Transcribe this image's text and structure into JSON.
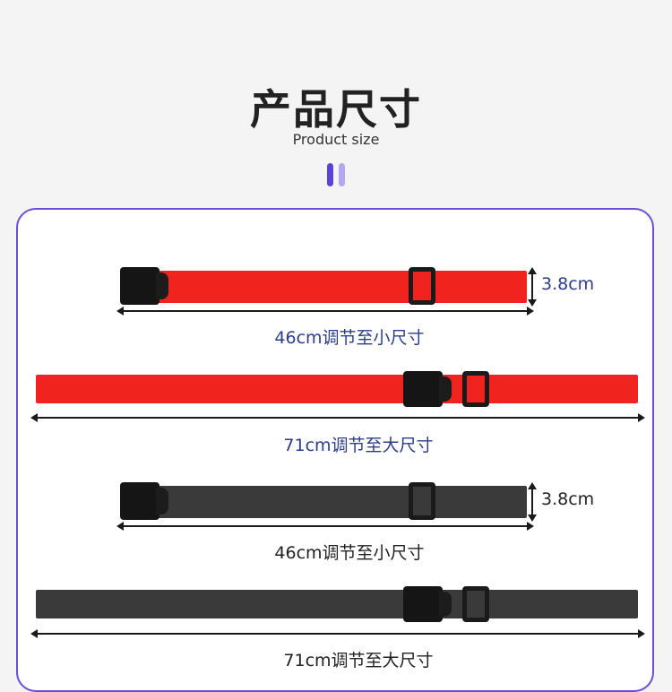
{
  "header": {
    "title": "产品尺寸",
    "subtitle": "Product size"
  },
  "colors": {
    "accent_dark": "#5a44d6",
    "accent_light": "#b6a8f0",
    "card_border": "#6a4fd8",
    "strap_red": "#f0231e",
    "strap_black": "#3a3a3a",
    "blue_text": "#2d3d8c",
    "dark_text": "#222222"
  },
  "straps": [
    {
      "color": "red",
      "length_label": "46cm调节至小尺寸",
      "width_label": "3.8cm"
    },
    {
      "color": "red",
      "length_label": "71cm调节至大尺寸"
    },
    {
      "color": "black",
      "length_label": "46cm调节至小尺寸",
      "width_label": "3.8cm"
    },
    {
      "color": "black",
      "length_label": "71cm调节至大尺寸"
    }
  ]
}
